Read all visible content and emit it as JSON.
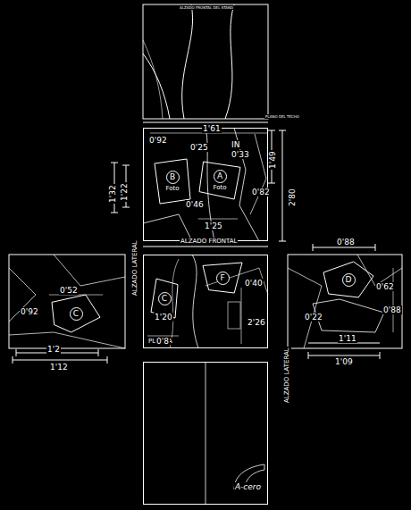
{
  "diagram": {
    "nodes": [
      {
        "text": [
          "ALZADO FRONTAL"
        ]
      },
      {
        "text": [
          "A",
          "Foto"
        ],
        "in": 0
      },
      {
        "text": [
          "B",
          "Foto"
        ],
        "in": 0
      },
      {
        "text": [
          "C"
        ]
      },
      {
        "text": [
          "PLANTA"
        ]
      },
      {
        "text": [
          "F"
        ],
        "in": 4
      },
      {
        "text": [
          "C"
        ],
        "in": 4
      },
      {
        "text": [
          "D"
        ]
      },
      {
        "text": [
          "A-cero"
        ]
      }
    ],
    "labels": [
      "ALZADO FRONTAL DEL STAND",
      "PLANO DEL TECHO",
      "0'92",
      "1'61",
      "0'25",
      "IN",
      "0'33",
      "1'32",
      "1'22",
      "0'46",
      "1'25",
      "0'82",
      "1'49",
      "2'80",
      "ALZADO LATERAL",
      "0'52",
      "0'92",
      "1'2",
      "1'12",
      "0'40",
      "2'26",
      "1'20",
      "0'8",
      "0'88",
      "0'62",
      "0'88",
      "0'22",
      "1'11",
      "1'09",
      "ALZADO LATERAL"
    ]
  }
}
